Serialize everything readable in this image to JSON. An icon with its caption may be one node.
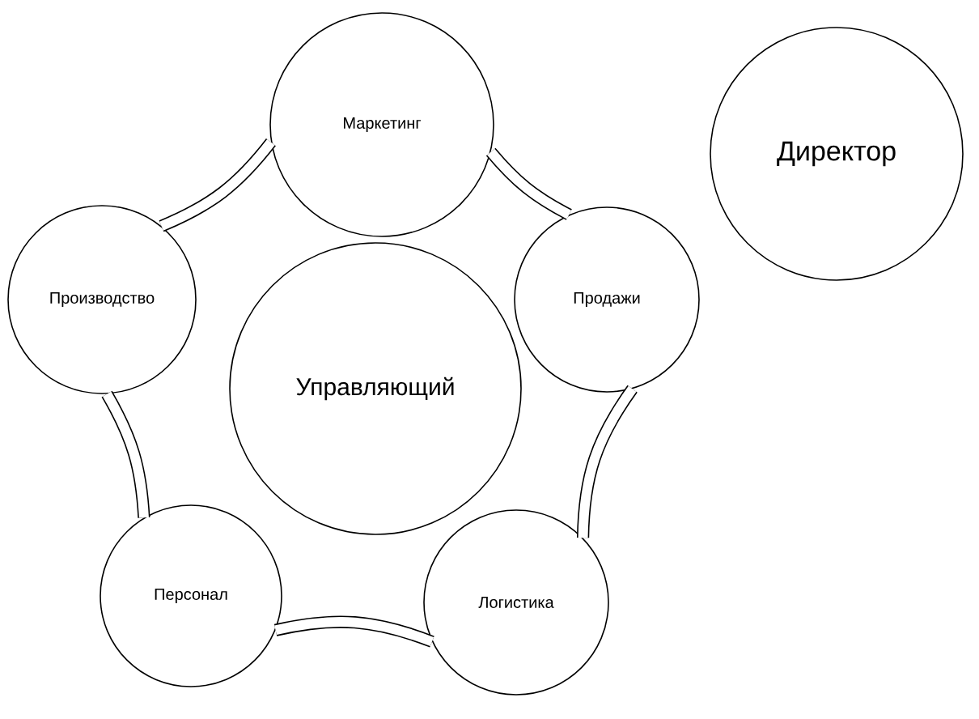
{
  "diagram": {
    "nodes": [
      {
        "text": [
          "Маркетинг"
        ]
      },
      {
        "text": [
          "Директор"
        ]
      },
      {
        "text": [
          "Производство"
        ]
      },
      {
        "text": [
          "Продажи"
        ]
      },
      {
        "text": [
          "Управляющий"
        ]
      },
      {
        "text": [
          "Персонал"
        ]
      },
      {
        "text": [
          "Логистика"
        ]
      }
    ],
    "edges": [
      {
        "from": 0,
        "to": 3,
        "arrow": "none"
      },
      {
        "from": 3,
        "to": 6,
        "arrow": "none"
      },
      {
        "from": 6,
        "to": 5,
        "arrow": "none"
      },
      {
        "from": 5,
        "to": 2,
        "arrow": "none"
      },
      {
        "from": 2,
        "to": 0,
        "arrow": "none"
      }
    ]
  }
}
